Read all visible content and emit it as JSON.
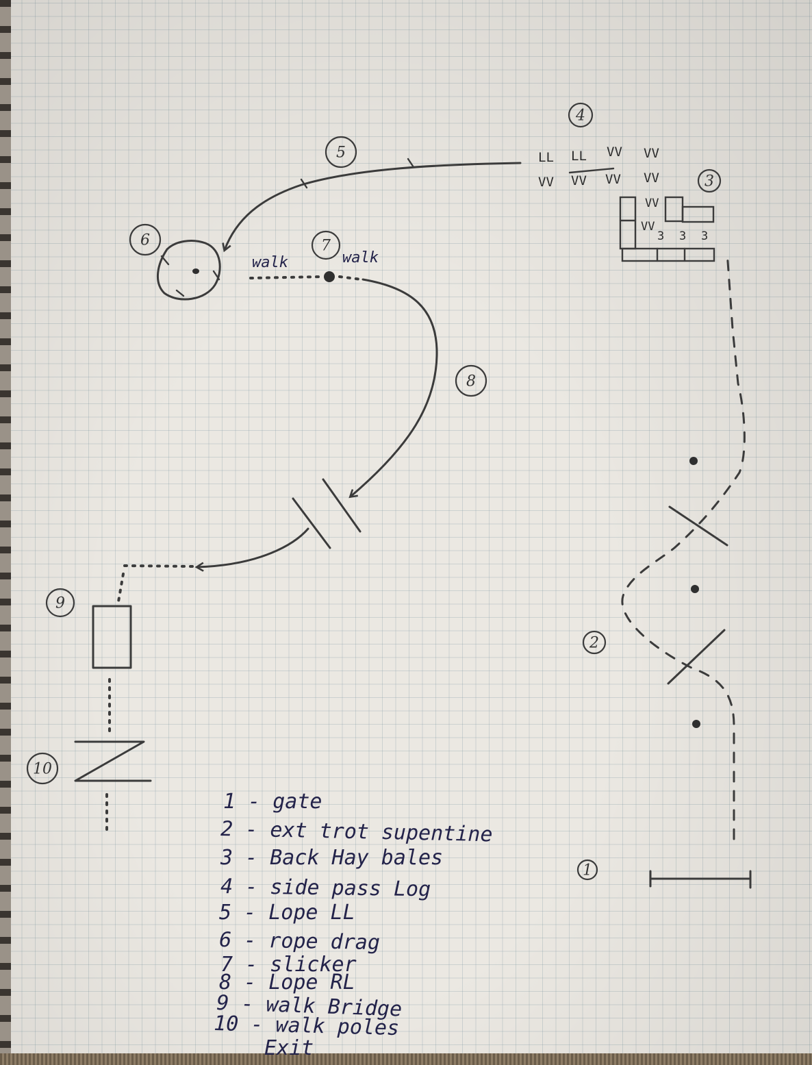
{
  "markers": {
    "m1": "1",
    "m2": "2",
    "m3": "3",
    "m4": "4",
    "m5": "5",
    "m6": "6",
    "m7": "7",
    "m8": "8",
    "m9": "9",
    "m10": "10"
  },
  "labels": {
    "walk_left": "walk",
    "walk_right": "walk"
  },
  "sidepass_marks": {
    "row1": [
      "LL",
      "LL",
      "VV",
      "VV"
    ],
    "row2": [
      "VV",
      "VV",
      "VV",
      "VV"
    ]
  },
  "hay_marks": {
    "vv1": "VV",
    "vv2": "VV",
    "arrows": [
      "3",
      "3",
      "3"
    ]
  },
  "legend": {
    "items": [
      "1 - gate",
      "2 - ext trot supentine",
      "3 - Back Hay bales",
      "4 - side pass Log",
      "5 - Lope LL",
      "6 - rope drag",
      "7 - slicker",
      "8 - Lope RL",
      "9 - walk Bridge",
      "10 - walk poles"
    ],
    "exit": "Exit"
  },
  "colors": {
    "paper": "#ebe8e2",
    "pencil": "#3b3b3b",
    "blue_ink": "#23234a"
  }
}
